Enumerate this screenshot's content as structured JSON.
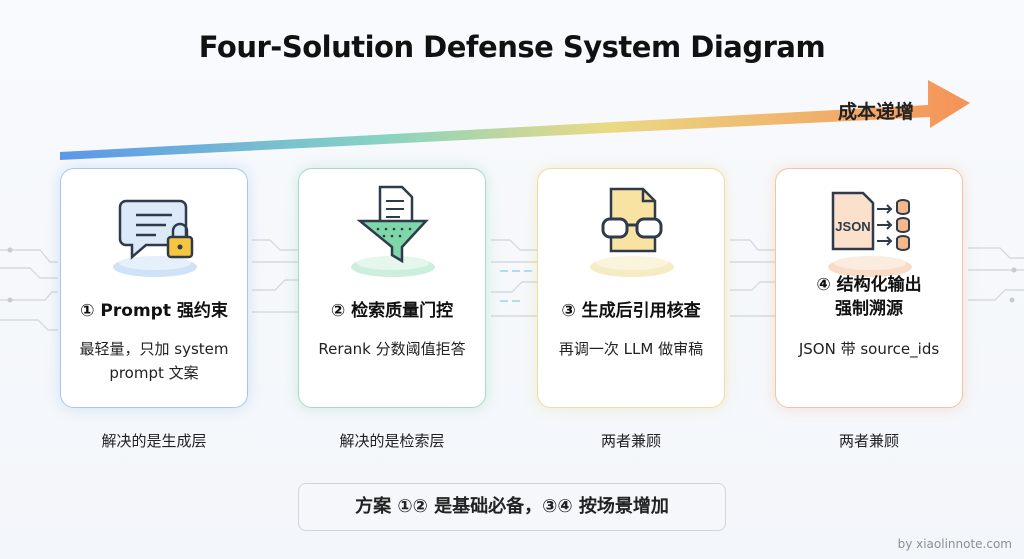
{
  "title": "Four-Solution Defense System Diagram",
  "cost_label": "成本递增",
  "cards": [
    {
      "title": "① Prompt 强约束",
      "desc1": "最轻量，只加 system",
      "desc2": "prompt 文案",
      "caption": "解决的是生成层",
      "icon": "chat-lock-icon",
      "accent": "#5b9be6"
    },
    {
      "title": "② 检索质量门控",
      "desc1": "Rerank 分数阈值拒答",
      "desc2": "",
      "caption": "解决的是检索层",
      "icon": "document-funnel-icon",
      "accent": "#45b883"
    },
    {
      "title": "③ 生成后引用核查",
      "desc1": "再调一次 LLM 做审稿",
      "desc2": "",
      "caption": "两者兼顾",
      "icon": "document-glasses-icon",
      "accent": "#e8c24a"
    },
    {
      "title": "④ 结构化输出",
      "title2": "强制溯源",
      "desc1": "JSON 带 source_ids",
      "desc2": "",
      "caption": "两者兼顾",
      "icon": "json-database-icon",
      "accent": "#ef9a62",
      "json_text": "JSON"
    }
  ],
  "summary": "方案 ①② 是基础必备，③④ 按场景增加",
  "watermark": "by xiaolinnote.com"
}
